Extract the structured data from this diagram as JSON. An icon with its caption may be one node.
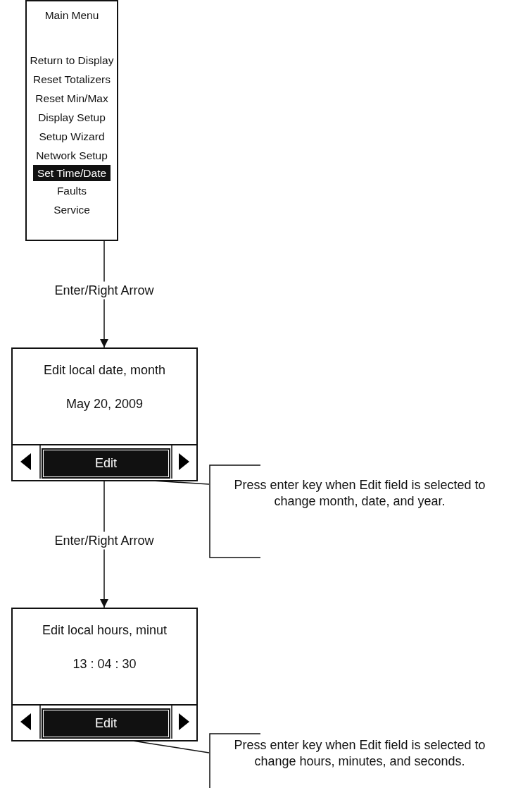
{
  "diagram": {
    "nodes": [
      {
        "text": [
          "Main Menu",
          "Return to Display",
          "Reset Totalizers",
          "Reset Min/Max",
          "Display Setup",
          "Setup Wizard",
          "Network Setup",
          "Faults",
          "Service"
        ]
      },
      {
        "text": [
          "Set Time/Date"
        ],
        "in": 0
      },
      {
        "text": [
          "Edit local date, month",
          "May 20, 2009"
        ]
      },
      {
        "text": [
          "Edit"
        ],
        "in": 2
      },
      {
        "text": [
          "Press enter key when Edit field is selected to change month, date, and year."
        ]
      },
      {
        "text": [
          "Edit local hours, minut",
          "13 : 04 : 30"
        ]
      },
      {
        "text": [
          "Edit"
        ],
        "in": 5
      },
      {
        "text": [
          "Press enter key when Edit field is selected to change hours, minutes, and seconds."
        ]
      }
    ],
    "edges": [
      {
        "from": 0,
        "to": 2,
        "arrow": "to",
        "label": "Enter/Right Arrow"
      },
      {
        "from": 4,
        "to": 3,
        "arrow": "none"
      },
      {
        "from": 2,
        "to": 5,
        "arrow": "to",
        "label": "Enter/Right Arrow"
      },
      {
        "from": 7,
        "to": 6,
        "arrow": "none"
      }
    ]
  }
}
